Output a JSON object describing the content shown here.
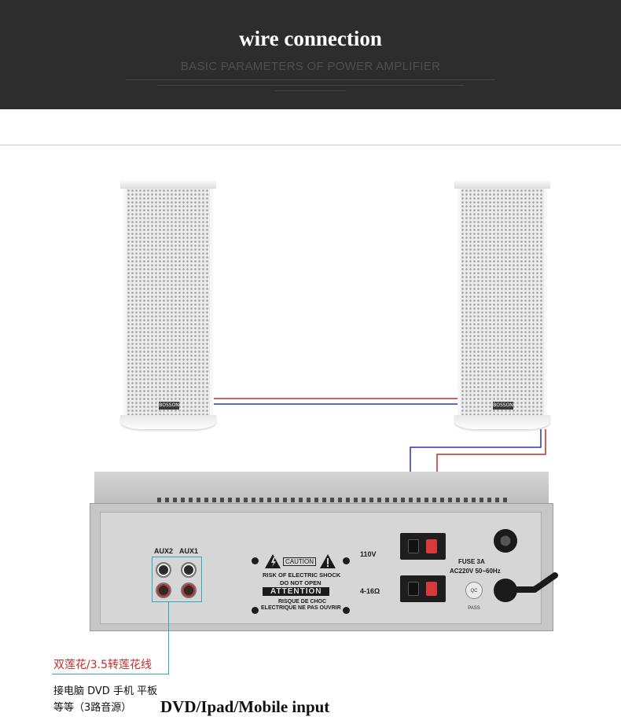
{
  "header": {
    "title": "wire connection",
    "subtitle": "BASIC PARAMETERS OF POWER AMPLIFIER"
  },
  "speakers": {
    "logo_text": "BOSSON"
  },
  "amplifier": {
    "aux_labels": [
      "AUX2",
      "AUX1"
    ],
    "caution": "CAUTION",
    "risk": "RISK OF ELECTRIC SHOCK",
    "donot": "DO NOT OPEN",
    "attention": "ATTENTION",
    "risque": "RISQUE DE CHOC",
    "electrique": "ELECTRIQUE NE PAS OUVRIR",
    "v110": "110V",
    "ohm": "4-16Ω",
    "fuse": "FUSE  3A",
    "ac": "AC220V 50~60Hz",
    "cert": "QC PASS"
  },
  "notes": {
    "cable": "双莲花/3.5转莲花线",
    "line1": "接电脑 DVD 手机 平板",
    "line2": "等等（3路音源）",
    "dvd": "DVD/Ipad/Mobile input"
  },
  "colors": {
    "banner": "#2d2d2d",
    "wire_red": "#c42a2a",
    "wire_blue": "#2a35b8",
    "callout_blue": "#2aa8c8"
  }
}
